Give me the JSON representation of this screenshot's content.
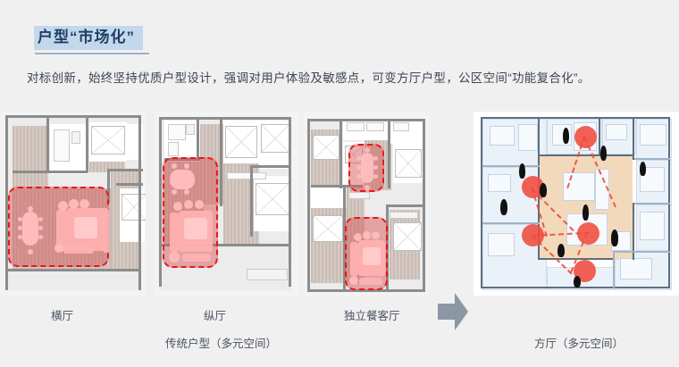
{
  "header": {
    "title": "户型“市场化”",
    "subtitle": "对标创新，始终坚持优质户型设计，强调对用户体验及敏感点，可变方厅户型，公区空间“功能复合化”。"
  },
  "panels": [
    {
      "id": "panel-heng-ting",
      "caption": "横厅",
      "highlight_count": 1
    },
    {
      "id": "panel-zong-ting",
      "caption": "纵厅",
      "highlight_count": 1
    },
    {
      "id": "panel-duli-canketing",
      "caption": "独立餐客厅",
      "highlight_count": 2
    },
    {
      "id": "panel-fang-ting",
      "caption": "",
      "highlight_count": 1
    }
  ],
  "group_captions": {
    "left": "传统户型（多元空间）",
    "right": "方厅（多元空间）"
  },
  "arrow": {
    "name": "right-arrow",
    "color": "#8b97a3"
  },
  "colors": {
    "title_highlight": "#c3d8ec",
    "title_text": "#1f3d66",
    "title_rule": "#9eb3c8",
    "body_text": "#3d4654",
    "page_background": "#f0f0f0",
    "highlight_dashed": "#f01414",
    "highlight_fill": "#d65a5a",
    "plan_core": "#f2d9bb",
    "node": "#f04a3c",
    "blue_plan": "#eaf1f8"
  }
}
